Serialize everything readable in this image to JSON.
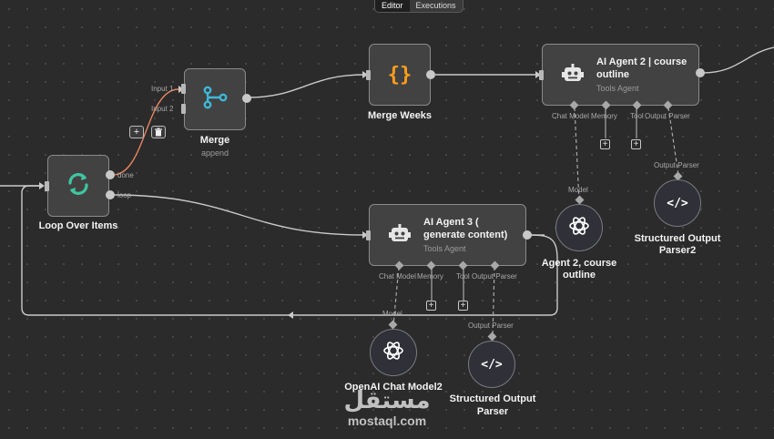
{
  "tabs": {
    "editor": "Editor",
    "executions": "Executions"
  },
  "nodes": {
    "loop": {
      "title": "Loop Over Items",
      "out_done": "done",
      "out_loop": "loop"
    },
    "merge": {
      "title": "Merge",
      "subtitle": "append",
      "input1": "Input 1",
      "input2": "Input 2"
    },
    "merge_weeks": {
      "title": "Merge Weeks"
    },
    "agent2": {
      "title_line1": "AI Agent 2 | course",
      "title_line2": "outline",
      "subtitle": "Tools Agent",
      "port_chat": "Chat Model",
      "port_memory": "Memory",
      "port_tool": "Tool",
      "port_parser": "Output Parser"
    },
    "agent3": {
      "title_line1": "AI Agent 3 (",
      "title_line2": "generate content)",
      "subtitle": "Tools Agent",
      "port_chat": "Chat Model",
      "port_memory": "Memory",
      "port_tool": "Tool",
      "port_parser": "Output Parser"
    },
    "agent_model": {
      "port_label": "Model",
      "title_line1": "Agent 2, course",
      "title_line2": "outline"
    },
    "parser2": {
      "port_label": "Output Parser",
      "title_line1": "Structured Output",
      "title_line2": "Parser2"
    },
    "openai2": {
      "port_label": "Model",
      "title": "OpenAI Chat Model2"
    },
    "parser": {
      "port_label": "Output Parser",
      "title_line1": "Structured Output",
      "title_line2": "Parser"
    }
  },
  "toolbar": {
    "add": "+",
    "delete": "🗑"
  },
  "watermark": {
    "arabic": "مستقل",
    "latin": "mostaql.com"
  },
  "colors": {
    "background": "#2b2b2b",
    "node": "#424242",
    "edge": "#c9c9c9",
    "active_edge": "#e8855f",
    "loop_icon": "#3fc6a0",
    "merge_icon": "#3fb8d8",
    "code_icon": "#ff9d1c"
  }
}
